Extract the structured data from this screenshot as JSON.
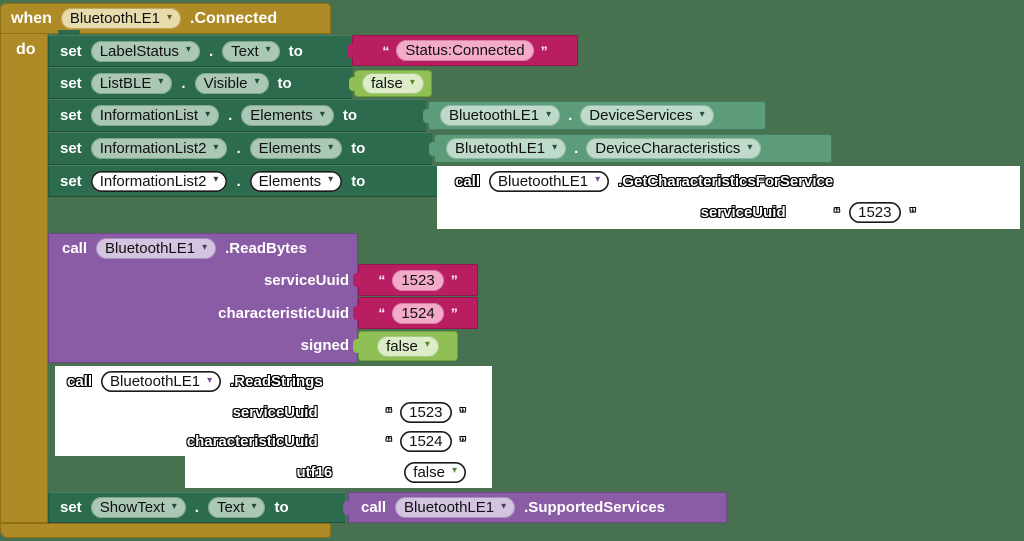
{
  "colors": {
    "canvas_bg": "#48714f",
    "event_gold": "#ae8b26",
    "set_green": "#2d6b4e",
    "getter_teal": "#5d9c7a",
    "text_magenta": "#b91d62",
    "logic_lime": "#8fbf55",
    "call_purple": "#8b5ca6",
    "ghost_white": "#ffffff"
  },
  "punct": {
    "dot": ".",
    "open_quote": "“",
    "close_quote": "”"
  },
  "when": {
    "kw": "when",
    "component": "BluetoothLE1",
    "event": ".Connected",
    "do_label": "do"
  },
  "rows": {
    "r1": {
      "kw": "set",
      "component": "LabelStatus",
      "property": "Text",
      "to": "to",
      "value": "Status:Connected"
    },
    "r2": {
      "kw": "set",
      "component": "ListBLE",
      "property": "Visible",
      "to": "to",
      "value": "false"
    },
    "r3": {
      "kw": "set",
      "component": "InformationList",
      "property": "Elements",
      "to": "to",
      "getter": {
        "component": "BluetoothLE1",
        "property": "DeviceServices"
      }
    },
    "r4": {
      "kw": "set",
      "component": "InformationList2",
      "property": "Elements",
      "to": "to",
      "getter": {
        "component": "BluetoothLE1",
        "property": "DeviceCharacteristics"
      }
    },
    "r5": {
      "kw": "set",
      "component": "InformationList2",
      "property": "Elements",
      "to": "to",
      "call": {
        "kw": "call",
        "component": "BluetoothLE1",
        "method": ".GetCharacteristicsForService",
        "param": "serviceUuid",
        "value": "1523"
      }
    }
  },
  "read_bytes": {
    "kw": "call",
    "component": "BluetoothLE1",
    "method": ".ReadBytes",
    "params": [
      {
        "name": "serviceUuid",
        "value": "1523"
      },
      {
        "name": "characteristicUuid",
        "value": "1524"
      },
      {
        "name": "signed",
        "value": "false"
      }
    ]
  },
  "read_strings": {
    "kw": "call",
    "component": "BluetoothLE1",
    "method": ".ReadStrings",
    "params": [
      {
        "name": "serviceUuid",
        "value": "1523"
      },
      {
        "name": "characteristicUuid",
        "value": "1524"
      },
      {
        "name": "utf16",
        "value": "false"
      }
    ]
  },
  "show_text": {
    "kw": "set",
    "component": "ShowText",
    "property": "Text",
    "to": "to",
    "call": {
      "kw": "call",
      "component": "BluetoothLE1",
      "method": ".SupportedServices"
    }
  }
}
